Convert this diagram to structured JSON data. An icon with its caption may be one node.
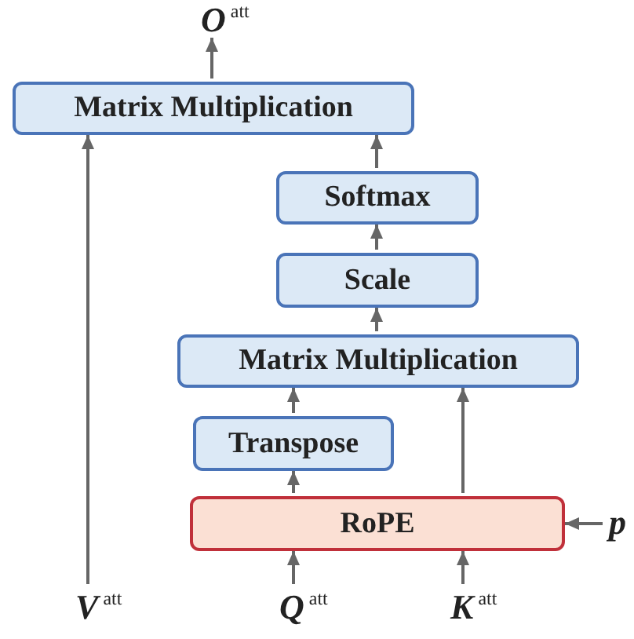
{
  "diagram": {
    "nodes": [
      {
        "text": [
          "Matrix Multiplication"
        ]
      },
      {
        "text": [
          "Softmax"
        ]
      },
      {
        "text": [
          "Scale"
        ]
      },
      {
        "text": [
          "Matrix Multiplication"
        ]
      },
      {
        "text": [
          "Transpose"
        ]
      },
      {
        "text": [
          "RoPE"
        ]
      },
      {
        "text": [
          "O$^{att}$"
        ]
      },
      {
        "text": [
          "V$^{att}$"
        ]
      },
      {
        "text": [
          "Q$^{att}$"
        ]
      },
      {
        "text": [
          "K$^{att}$"
        ]
      },
      {
        "text": [
          "p"
        ]
      }
    ],
    "edges": [
      {
        "from": 0,
        "to": 6,
        "arrow": "to"
      },
      {
        "from": 7,
        "to": 0,
        "arrow": "to"
      },
      {
        "from": 1,
        "to": 0,
        "arrow": "to"
      },
      {
        "from": 2,
        "to": 1,
        "arrow": "to"
      },
      {
        "from": 3,
        "to": 2,
        "arrow": "to"
      },
      {
        "from": 4,
        "to": 3,
        "arrow": "to"
      },
      {
        "from": 5,
        "to": 4,
        "arrow": "to"
      },
      {
        "from": 5,
        "to": 3,
        "arrow": "to"
      },
      {
        "from": 8,
        "to": 5,
        "arrow": "to"
      },
      {
        "from": 9,
        "to": 5,
        "arrow": "to"
      },
      {
        "from": 10,
        "to": 5,
        "arrow": "to"
      }
    ]
  }
}
